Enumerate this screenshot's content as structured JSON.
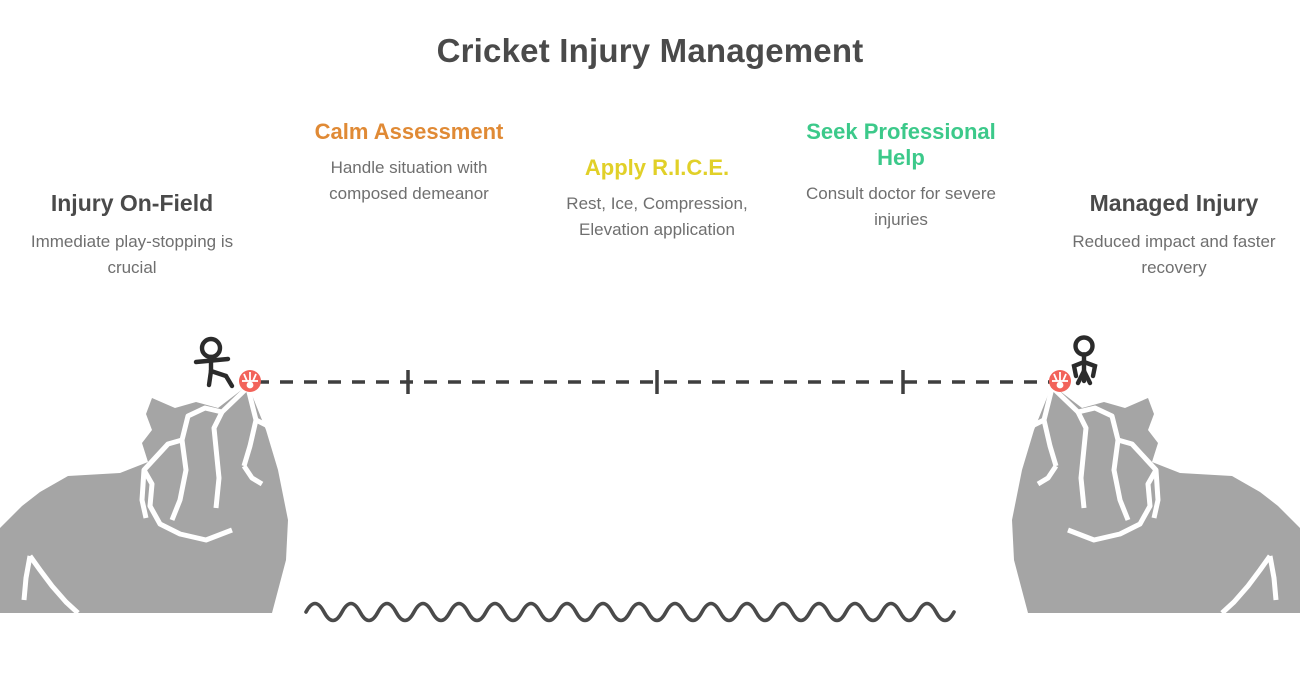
{
  "header": {
    "title": "Cricket Injury Management"
  },
  "colors": {
    "title": "#4a4a4a",
    "body_text": "#6f6f6f",
    "endpoint_heading": "#4a4a4a",
    "calm_assessment": "#e08a35",
    "apply_rice": "#e1d028",
    "seek_help": "#3cc98a",
    "mountain": "#a5a5a5",
    "mountain_crack": "#ffffff",
    "path_line": "#3f3f3f",
    "marker_dot": "#f2635a",
    "figure": "#2b2b2b",
    "wave": "#4a4a4a",
    "background": "#ffffff"
  },
  "stages": [
    {
      "id": "injury",
      "kind": "endpoint",
      "heading": "Injury On-Field",
      "description": "Immediate play-stopping is crucial"
    },
    {
      "id": "calm",
      "kind": "milestone",
      "heading": "Calm Assessment",
      "description": "Handle situation with composed demeanor"
    },
    {
      "id": "rice",
      "kind": "milestone",
      "heading": "Apply R.I.C.E.",
      "description": "Rest, Ice, Compression, Elevation application"
    },
    {
      "id": "seek",
      "kind": "milestone",
      "heading": "Seek Professional Help",
      "description": "Consult doctor for severe injuries"
    },
    {
      "id": "managed",
      "kind": "endpoint",
      "heading": "Managed Injury",
      "description": "Reduced impact and faster recovery"
    }
  ],
  "scene": {
    "left_mountain_name": "left-mountain",
    "right_mountain_name": "right-mountain",
    "left_figure_name": "climber-figure-start",
    "right_figure_name": "climber-figure-end",
    "start_marker_name": "start-marker-dot",
    "end_marker_name": "end-marker-dot",
    "path_name": "dashed-journey-path",
    "milestone_tick_count": 3,
    "water_name": "water-wave-line"
  }
}
